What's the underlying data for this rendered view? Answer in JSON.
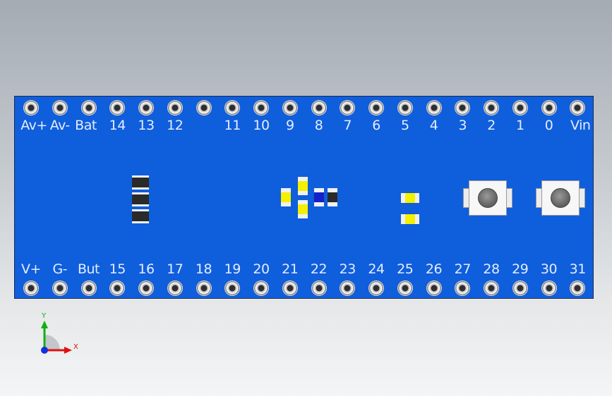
{
  "top_labels": [
    "Av+",
    "Av-",
    "Bat",
    "14",
    "13",
    "12",
    "11",
    "10",
    "9",
    "8",
    "7",
    "6",
    "5",
    "4",
    "3",
    "2",
    "1",
    "0",
    "Vin"
  ],
  "bottom_labels": [
    "V+",
    "G-",
    "But",
    "15",
    "16",
    "17",
    "18",
    "19",
    "20",
    "21",
    "22",
    "23",
    "24",
    "25",
    "26",
    "27",
    "28",
    "29",
    "30",
    "31"
  ],
  "axes": {
    "x_label": "X",
    "y_label": "Y"
  },
  "colors": {
    "board": "#0f5edc",
    "label_text": "#e6ecff",
    "smd_yellow": "#f5f000",
    "smd_blue": "#1420c8",
    "smd_black": "#2a2a2a",
    "axis_x": "#e01010",
    "axis_y": "#10b010",
    "axis_z": "#1030e0"
  }
}
